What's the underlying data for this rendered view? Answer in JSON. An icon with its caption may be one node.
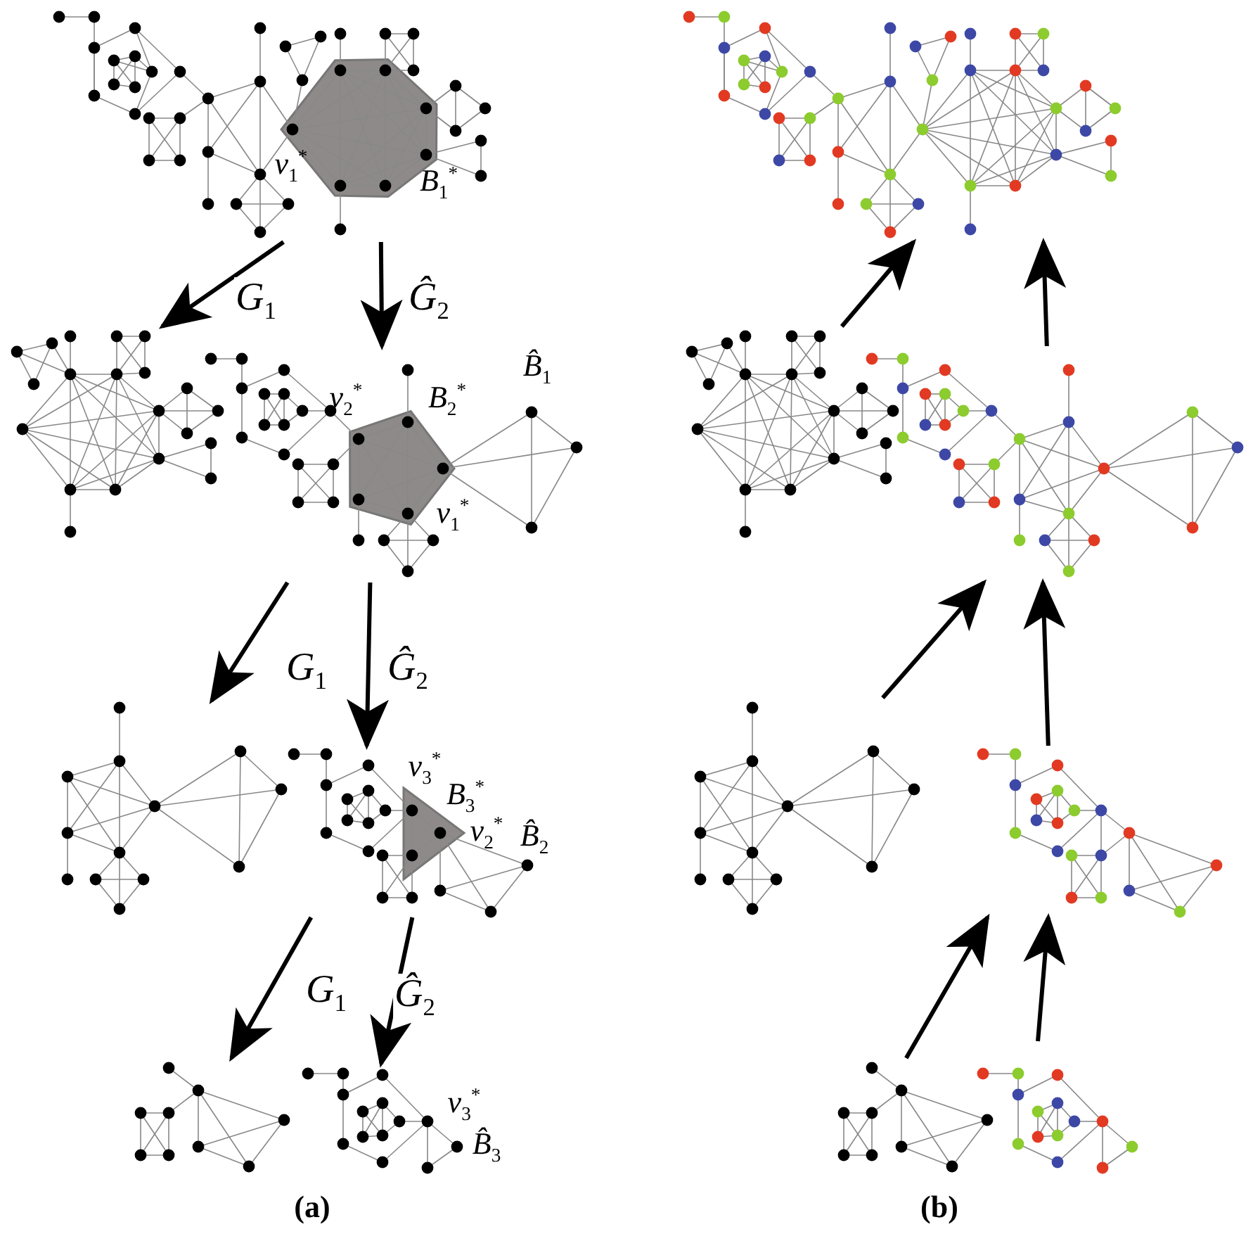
{
  "diagram": {
    "nodes": [
      {
        "text": [],
        "shape": "picture"
      },
      {
        "text": [],
        "shape": "picture"
      },
      {
        "text": [],
        "shape": "picture"
      },
      {
        "text": [],
        "shape": "picture"
      },
      {
        "text": [],
        "shape": "picture"
      },
      {
        "text": [],
        "shape": "picture"
      },
      {
        "text": [],
        "shape": "picture"
      },
      {
        "text": [],
        "shape": "picture"
      },
      {
        "text": [],
        "shape": "picture"
      },
      {
        "text": [],
        "shape": "picture"
      },
      {
        "text": [],
        "shape": "picture"
      },
      {
        "text": [],
        "shape": "picture"
      },
      {
        "text": [],
        "shape": "picture"
      },
      {
        "text": [],
        "shape": "picture"
      }
    ],
    "edges": [
      {
        "from": 0,
        "to": 1,
        "arrow": "to",
        "label": "*G*$_{1}$"
      },
      {
        "from": 0,
        "to": 2,
        "arrow": "to",
        "label": "*Ĝ*$_{2}$"
      },
      {
        "from": 2,
        "to": 3,
        "arrow": "to",
        "label": "*G*$_{1}$"
      },
      {
        "from": 2,
        "to": 4,
        "arrow": "to",
        "label": "*Ĝ*$_{2}$"
      },
      {
        "from": 4,
        "to": 5,
        "arrow": "to",
        "label": "*G*$_{1}$"
      },
      {
        "from": 4,
        "to": 6,
        "arrow": "to",
        "label": "*Ĝ*$_{2}$"
      },
      {
        "from": 8,
        "to": 7,
        "arrow": "to"
      },
      {
        "from": 9,
        "to": 7,
        "arrow": "to"
      },
      {
        "from": 10,
        "to": 9,
        "arrow": "to"
      },
      {
        "from": 11,
        "to": 9,
        "arrow": "to"
      },
      {
        "from": 12,
        "to": 11,
        "arrow": "to"
      },
      {
        "from": 13,
        "to": 11,
        "arrow": "to"
      }
    ],
    "labels": [
      "*v*$_{1}$$^{*}$",
      "*B*$_{1}$$^{*}$",
      "*B̂*$_{1}$",
      "*v*$_{2}$$^{*}$",
      "*B*$_{2}$$^{*}$",
      "*v*$_{1}$$^{*}$",
      "*v*$_{3}$$^{*}$",
      "*B*$_{3}$$^{*}$",
      "*v*$_{2}$$^{*}$",
      "*B̂*$_{2}$",
      "*v*$_{3}$$^{*}$",
      "*B̂*$_{3}$",
      "**(a)**",
      "**(b)**"
    ]
  }
}
